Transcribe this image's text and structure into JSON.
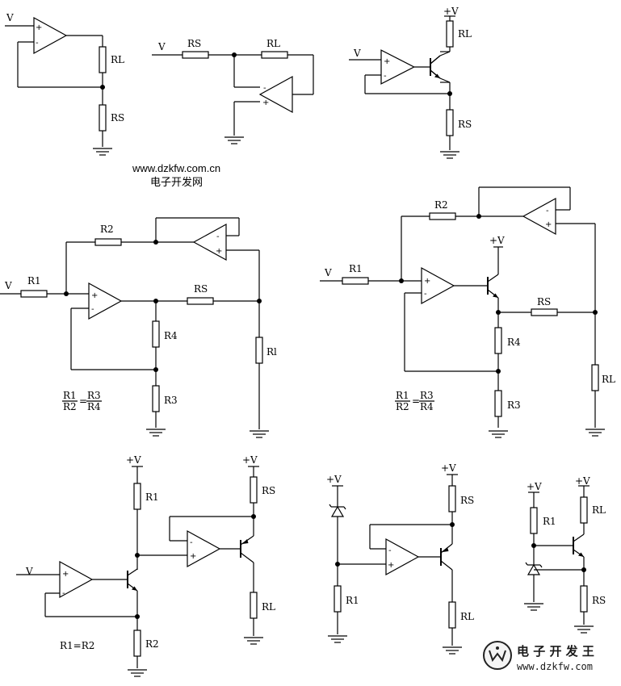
{
  "site": {
    "url": "www.dzkfw.com.cn",
    "name": "电子开发网",
    "brand": "电 子 开 发 王",
    "brand_url": "www.dzkfw.com"
  },
  "labels": {
    "v": "V",
    "rl": "RL",
    "rl_alt": "Rl",
    "rs": "RS",
    "r1": "R1",
    "r2": "R2",
    "r3": "R3",
    "r4": "R4",
    "plus_v": "+V",
    "plus": "+",
    "minus": "-",
    "r1_eq_r2": "R1=R2"
  },
  "colors": {
    "line": "#000000",
    "background": "#ffffff"
  }
}
